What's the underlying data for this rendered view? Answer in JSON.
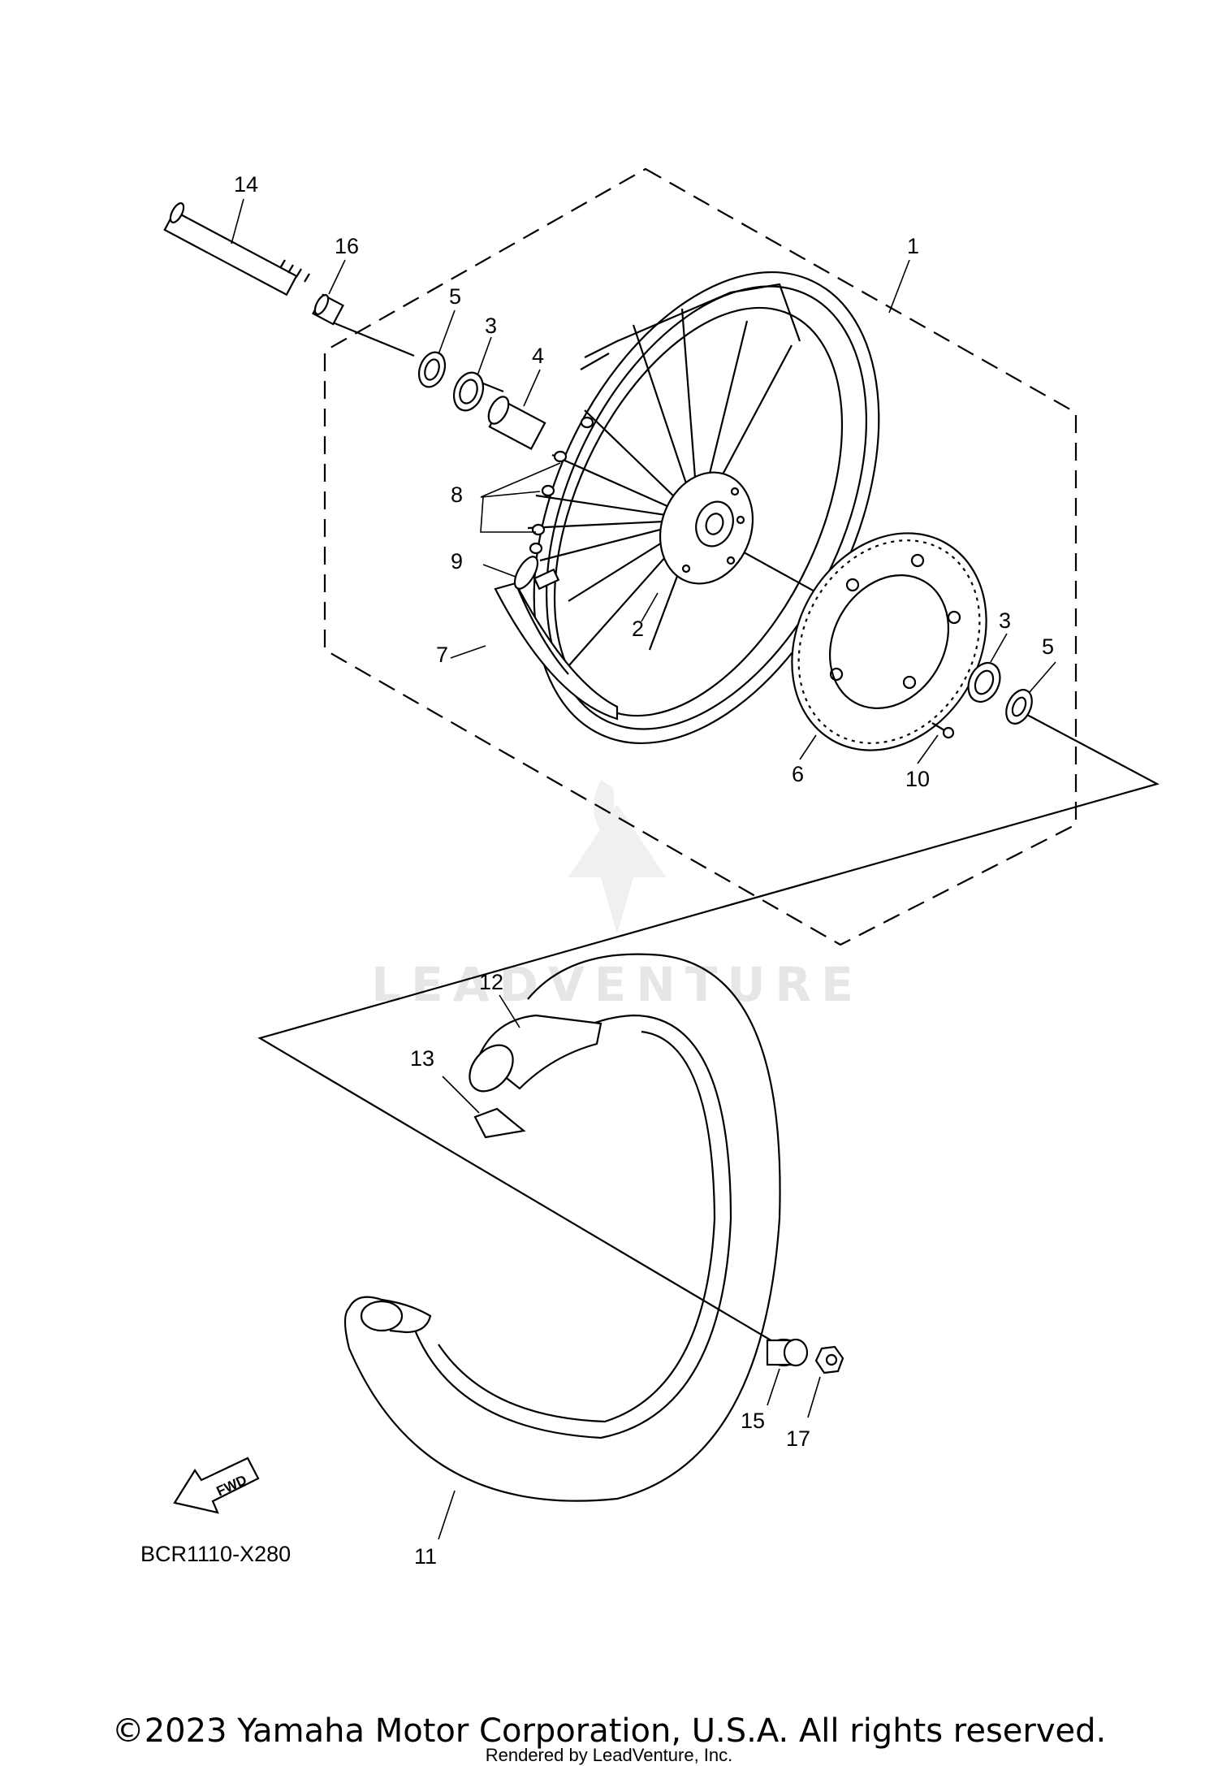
{
  "diagram_code": "BCR1110-X280",
  "fwd_label": "FWD",
  "watermark": "LEADVENTURE",
  "footer": {
    "copyright": "©2023 Yamaha Motor Corporation, U.S.A. All rights reserved.",
    "rendered_by": "Rendered by LeadVenture, Inc."
  },
  "callouts": {
    "c1": "1",
    "c2": "2",
    "c3a": "3",
    "c3b": "3",
    "c4": "4",
    "c5a": "5",
    "c5b": "5",
    "c6": "6",
    "c7": "7",
    "c8": "8",
    "c9": "9",
    "c10": "10",
    "c11": "11",
    "c12": "12",
    "c13": "13",
    "c14": "14",
    "c15": "15",
    "c16": "16",
    "c17": "17"
  }
}
